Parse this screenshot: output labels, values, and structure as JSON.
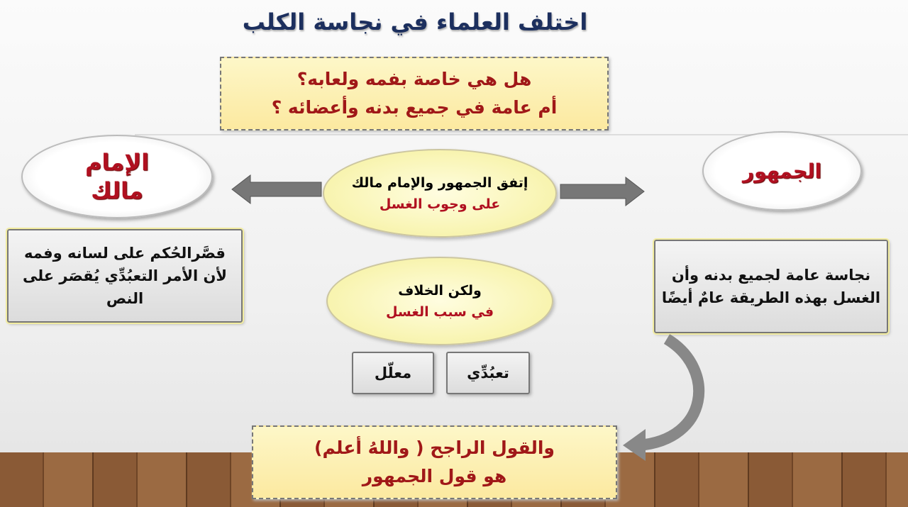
{
  "title": "اختلف العلماء في نجاسة الكلب",
  "question": {
    "line1": "هل هي خاصة بفمه ولعابه؟",
    "line2": "أم عامة في جميع بدنه وأعضائه ؟"
  },
  "malik": {
    "cloud": "الإمام مالك",
    "text": "قصَّرالحُكم على لسانه وفمه لأن الأمر التعبُدِّي يُقصَر على النص"
  },
  "jumhur": {
    "cloud": "الجمهور",
    "text": "نجاسة عامة لجميع بدنه وأن  الغسل بهذه الطريقة عامٌ أيضًا"
  },
  "agreement": {
    "line1": "إتفق الجمهور والإمام مالك",
    "line2": "على وجوب الغسل"
  },
  "difference": {
    "line1": "ولكن الخلاف",
    "line2": "في سبب الغسل"
  },
  "options": {
    "taabbudi": "تعبُدِّي",
    "muallal": "معلّل"
  },
  "conclusion": {
    "line1": "والقول الراجح ( واللهُ أعلم)",
    "line2": "هو قول الجمهور"
  }
}
